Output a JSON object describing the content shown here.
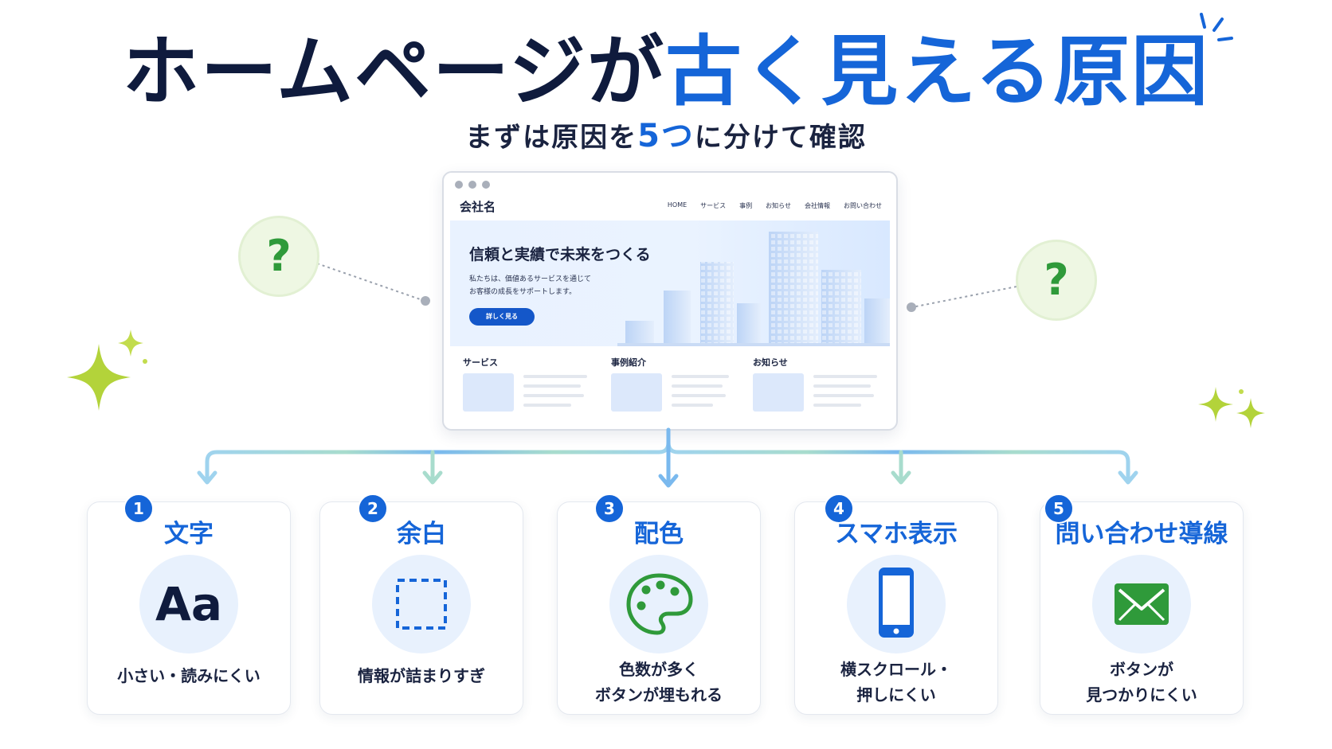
{
  "title": {
    "part1": "ホームページが",
    "part2": "古く見える原因"
  },
  "subtitle": {
    "before": "まずは原因を",
    "number": "5つ",
    "after": "に分けて確認"
  },
  "browser": {
    "brand": "会社名",
    "nav": [
      "HOME",
      "サービス",
      "事例",
      "お知らせ",
      "会社情報",
      "お問い合わせ"
    ],
    "hero_title": "信頼と実績で未来をつくる",
    "hero_desc_line1": "私たちは、価値あるサービスを通じて",
    "hero_desc_line2": "お客様の成長をサポートします。",
    "hero_button": "詳しく見る",
    "sections": [
      "サービス",
      "事例紹介",
      "お知らせ"
    ]
  },
  "question_mark": "?",
  "causes": [
    {
      "number": "1",
      "title": "文字",
      "icon_text": "Aa",
      "icon": "text-aa-icon",
      "desc": [
        "小さい・読みにくい"
      ]
    },
    {
      "number": "2",
      "title": "余白",
      "icon": "dashed-square-icon",
      "desc": [
        "情報が詰まりすぎ"
      ]
    },
    {
      "number": "3",
      "title": "配色",
      "icon": "palette-icon",
      "desc": [
        "色数が多く",
        "ボタンが埋もれる"
      ]
    },
    {
      "number": "4",
      "title": "スマホ表示",
      "icon": "smartphone-icon",
      "desc": [
        "横スクロール・",
        "押しにくい"
      ]
    },
    {
      "number": "5",
      "title": "問い合わせ導線",
      "icon": "envelope-icon",
      "desc": [
        "ボタンが",
        "見つかりにくい"
      ]
    }
  ],
  "colors": {
    "accent": "#1565d8",
    "dark": "#0f1b3d",
    "green": "#2f9a3a",
    "sparkle": "#b3d33a"
  }
}
